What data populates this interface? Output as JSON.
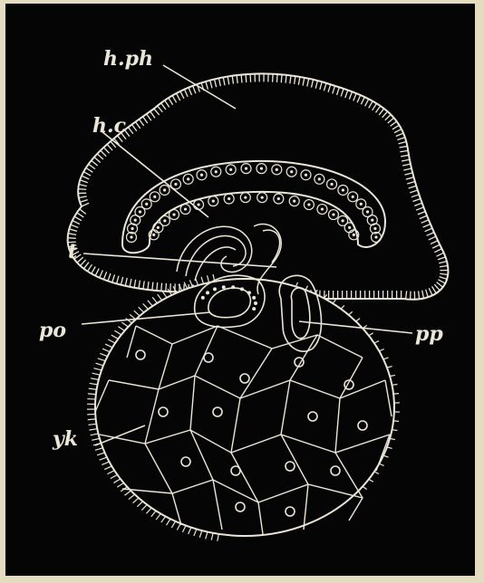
{
  "figure": {
    "labels": {
      "hph": "h.ph",
      "hc": "h.c",
      "t": "t",
      "po": "po",
      "pp": "pp",
      "yk": "yk"
    }
  },
  "colors": {
    "background": "#050505",
    "line": "#ebe6d8",
    "border": "#e4dcc0"
  }
}
